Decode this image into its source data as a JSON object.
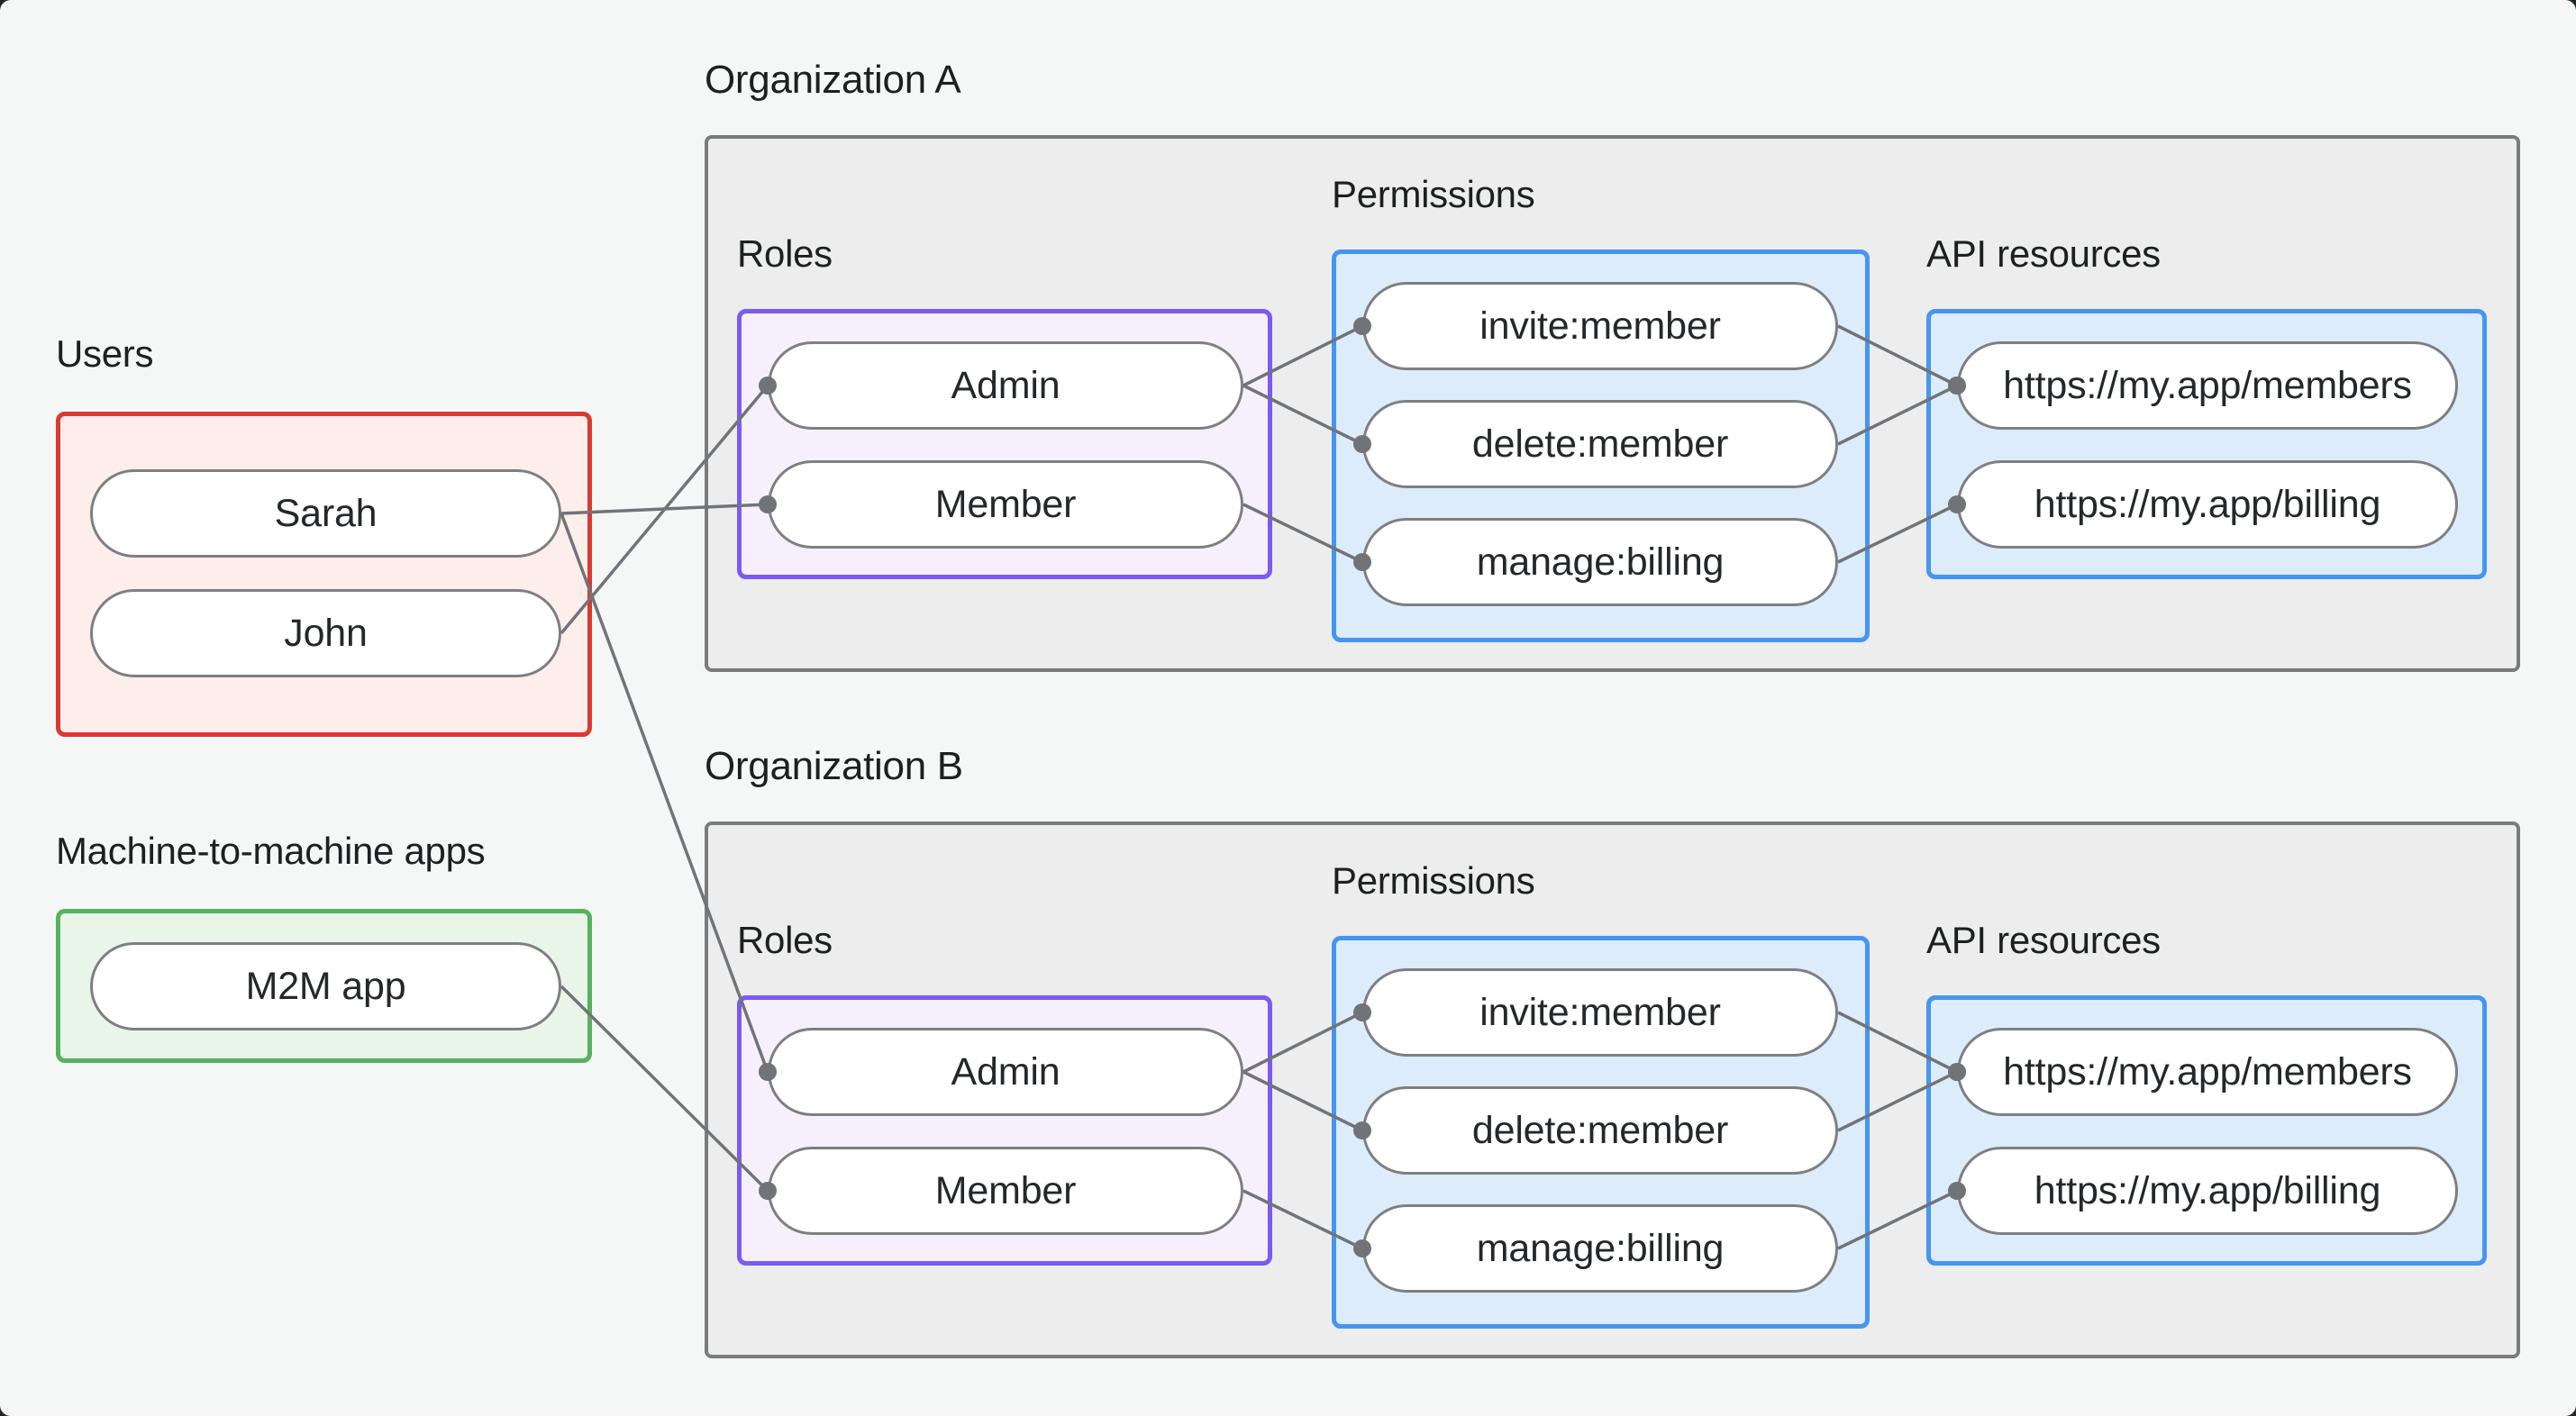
{
  "left_panel": {
    "users": {
      "label": "Users",
      "items": [
        "Sarah",
        "John"
      ]
    },
    "m2m": {
      "label": "Machine-to-machine apps",
      "items": [
        "M2M app"
      ]
    }
  },
  "orgs": [
    {
      "title": "Organization A",
      "roles": {
        "label": "Roles",
        "items": [
          "Admin",
          "Member"
        ]
      },
      "permissions": {
        "label": "Permissions",
        "items": [
          "invite:member",
          "delete:member",
          "manage:billing"
        ]
      },
      "api_resources": {
        "label": "API resources",
        "items": [
          "https://my.app/members",
          "https://my.app/billing"
        ]
      }
    },
    {
      "title": "Organization B",
      "roles": {
        "label": "Roles",
        "items": [
          "Admin",
          "Member"
        ]
      },
      "permissions": {
        "label": "Permissions",
        "items": [
          "invite:member",
          "delete:member",
          "manage:billing"
        ]
      },
      "api_resources": {
        "label": "API resources",
        "items": [
          "https://my.app/members",
          "https://my.app/billing"
        ]
      }
    }
  ],
  "connections": [
    {
      "from": "user-sarah",
      "to": "orgA-role-member"
    },
    {
      "from": "user-john",
      "to": "orgA-role-admin"
    },
    {
      "from": "user-sarah",
      "to": "orgB-role-admin"
    },
    {
      "from": "m2m-app",
      "to": "orgB-role-member"
    },
    {
      "from": "orgA-role-admin",
      "to": "orgA-perm-invite"
    },
    {
      "from": "orgA-role-admin",
      "to": "orgA-perm-delete"
    },
    {
      "from": "orgA-role-member",
      "to": "orgA-perm-manage"
    },
    {
      "from": "orgA-perm-invite",
      "to": "orgA-api-members"
    },
    {
      "from": "orgA-perm-delete",
      "to": "orgA-api-members"
    },
    {
      "from": "orgA-perm-manage",
      "to": "orgA-api-billing"
    },
    {
      "from": "orgB-role-admin",
      "to": "orgB-perm-invite"
    },
    {
      "from": "orgB-role-admin",
      "to": "orgB-perm-delete"
    },
    {
      "from": "orgB-role-member",
      "to": "orgB-perm-manage"
    },
    {
      "from": "orgB-perm-invite",
      "to": "orgB-api-members"
    },
    {
      "from": "orgB-perm-delete",
      "to": "orgB-api-members"
    },
    {
      "from": "orgB-perm-manage",
      "to": "orgB-api-billing"
    }
  ],
  "colors": {
    "background": "#f5f7f6",
    "org_box_fill": "#ecedec",
    "org_box_border": "#797b7c",
    "users_border": "#d93a31",
    "users_fill": "#fdeeec",
    "m2m_border": "#57b25e",
    "m2m_fill": "#eaf5ea",
    "roles_border": "#7b5af5",
    "roles_fill": "#f6f0fd",
    "permissions_border": "#4695f2",
    "permissions_fill": "#ddecfa",
    "pill_border": "#7d7f80",
    "wire": "#707478",
    "text": "#1d2021"
  }
}
